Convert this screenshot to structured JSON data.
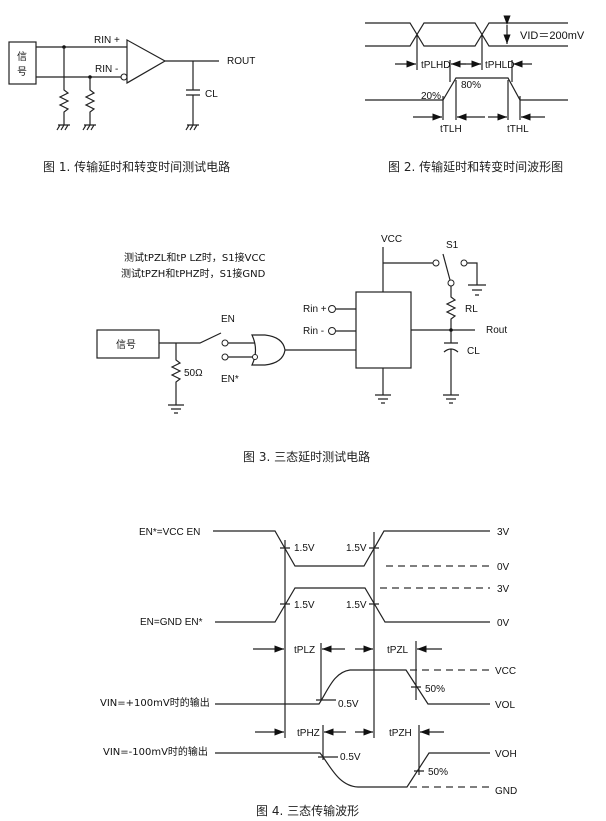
{
  "fig1": {
    "source_box": [
      "信",
      "号"
    ],
    "rin_plus": "RIN +",
    "rin_minus": "RIN -",
    "rout": "ROUT",
    "cl": "CL",
    "caption": "图 1. 传输延时和转变时间测试电路"
  },
  "fig2": {
    "vid": "VID＝200mV",
    "tplhd": "tPLHD",
    "tphld": "tPHLD",
    "p80": "80%",
    "p20": "20%",
    "ttlh": "tTLH",
    "tthl": "tTHL",
    "caption": "图 2. 传输延时和转变时间波形图"
  },
  "fig3": {
    "note1": "测试tPZL和tP LZ时，S1接VCC",
    "note2": "测试tPZH和tPHZ时，S1接GND",
    "source": "信号",
    "r50": "50Ω",
    "en": "EN",
    "en_star": "EN*",
    "rin_plus": "Rin +",
    "rin_minus": "Rin -",
    "vcc": "VCC",
    "s1": "S1",
    "rl": "RL",
    "rout": "Rout",
    "cl": "CL",
    "caption": "图 3. 三态延时测试电路"
  },
  "fig4": {
    "label_en_star_vcc": "EN*=VCC EN",
    "label_en_gnd": "EN=GND EN*",
    "v15": "1.5V",
    "v3": "3V",
    "v0": "0V",
    "tplz": "tPLZ",
    "tpzl": "tPZL",
    "tphz": "tPHZ",
    "tpzh": "tPZH",
    "vcc": "VCC",
    "vol": "VOL",
    "voh": "VOH",
    "gnd": "GND",
    "v05": "0.5V",
    "p50": "50%",
    "label_vin_pos": "VIN=+100mV时的输出",
    "label_vin_neg": "VIN=-100mV时的输出",
    "caption": "图 4. 三态传输波形"
  }
}
